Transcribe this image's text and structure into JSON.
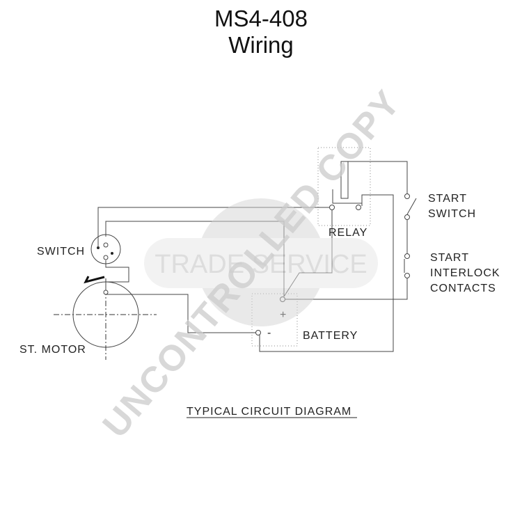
{
  "title": {
    "line1": "MS4-408",
    "line2": "Wiring"
  },
  "labels": {
    "switch": "SWITCH",
    "st_motor": "ST. MOTOR",
    "relay": "RELAY",
    "start_switch_1": "START",
    "start_switch_2": "SWITCH",
    "interlock_1": "START",
    "interlock_2": "INTERLOCK",
    "interlock_3": "CONTACTS",
    "battery": "BATTERY",
    "plus": "+",
    "minus": "-",
    "caption": "TYPICAL CIRCUIT DIAGRAM"
  },
  "watermark": {
    "stamp_text": "TRADE SERVICE",
    "diagonal_text": "UNCONTROLLED COPY"
  }
}
